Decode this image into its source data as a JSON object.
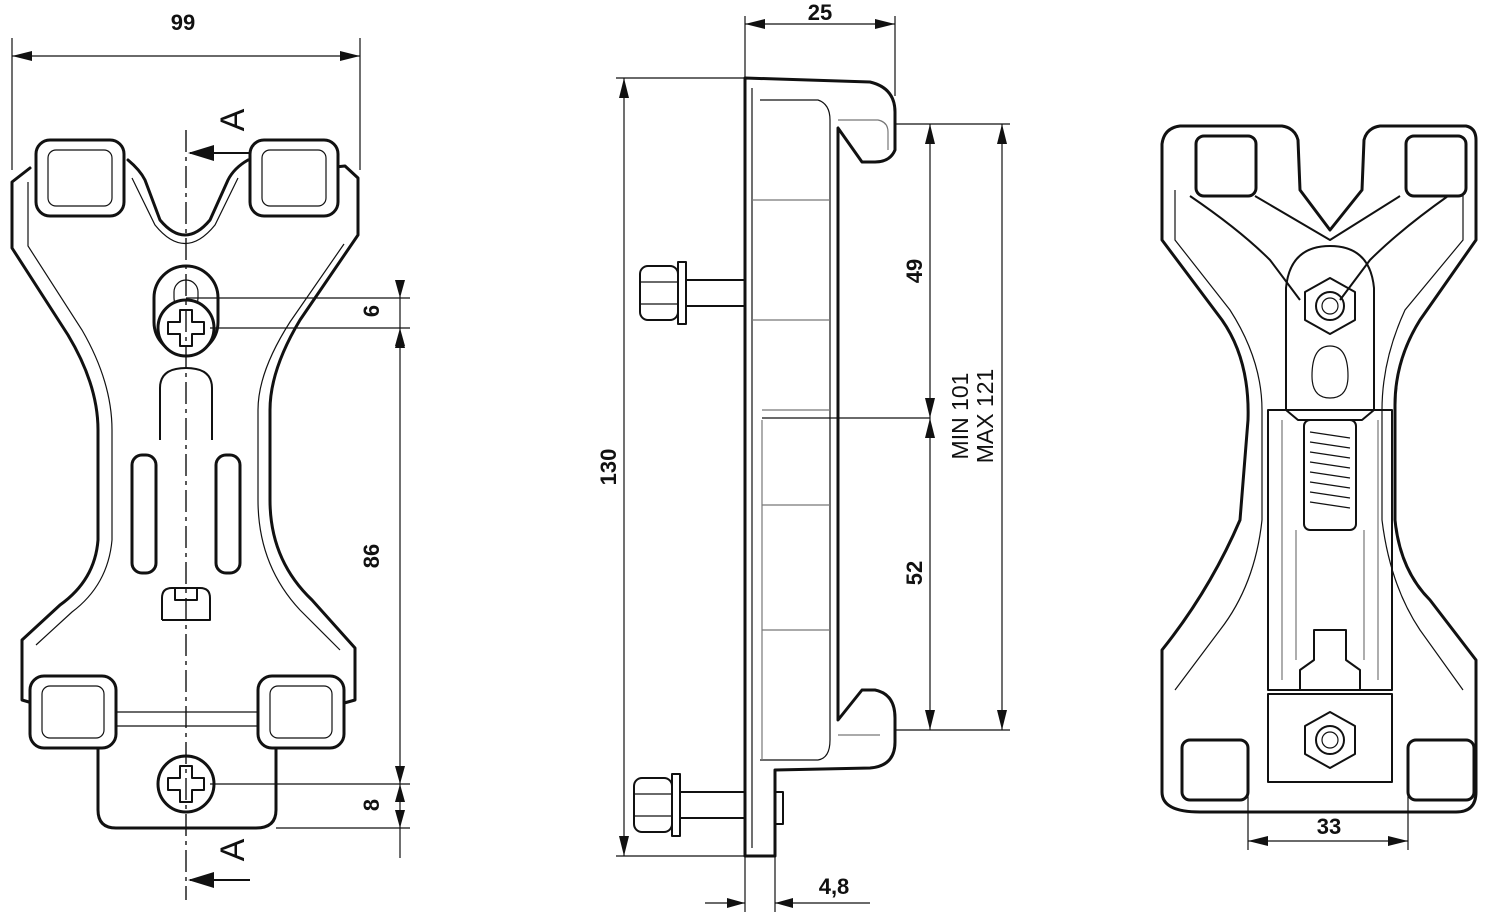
{
  "front_view": {
    "width_label": "99",
    "hole_offset_label": "6",
    "hole_distance_label": "86",
    "bottom_offset_label": "8",
    "section_label_top": "A",
    "section_label_bottom": "A"
  },
  "side_view": {
    "depth_label": "25",
    "height_label": "130",
    "upper_label": "49",
    "lower_label": "52",
    "min_label": "MIN 101",
    "max_label": "MAX 121",
    "plate_label": "4,8"
  },
  "rear_view": {
    "bottom_width_label": "33"
  }
}
